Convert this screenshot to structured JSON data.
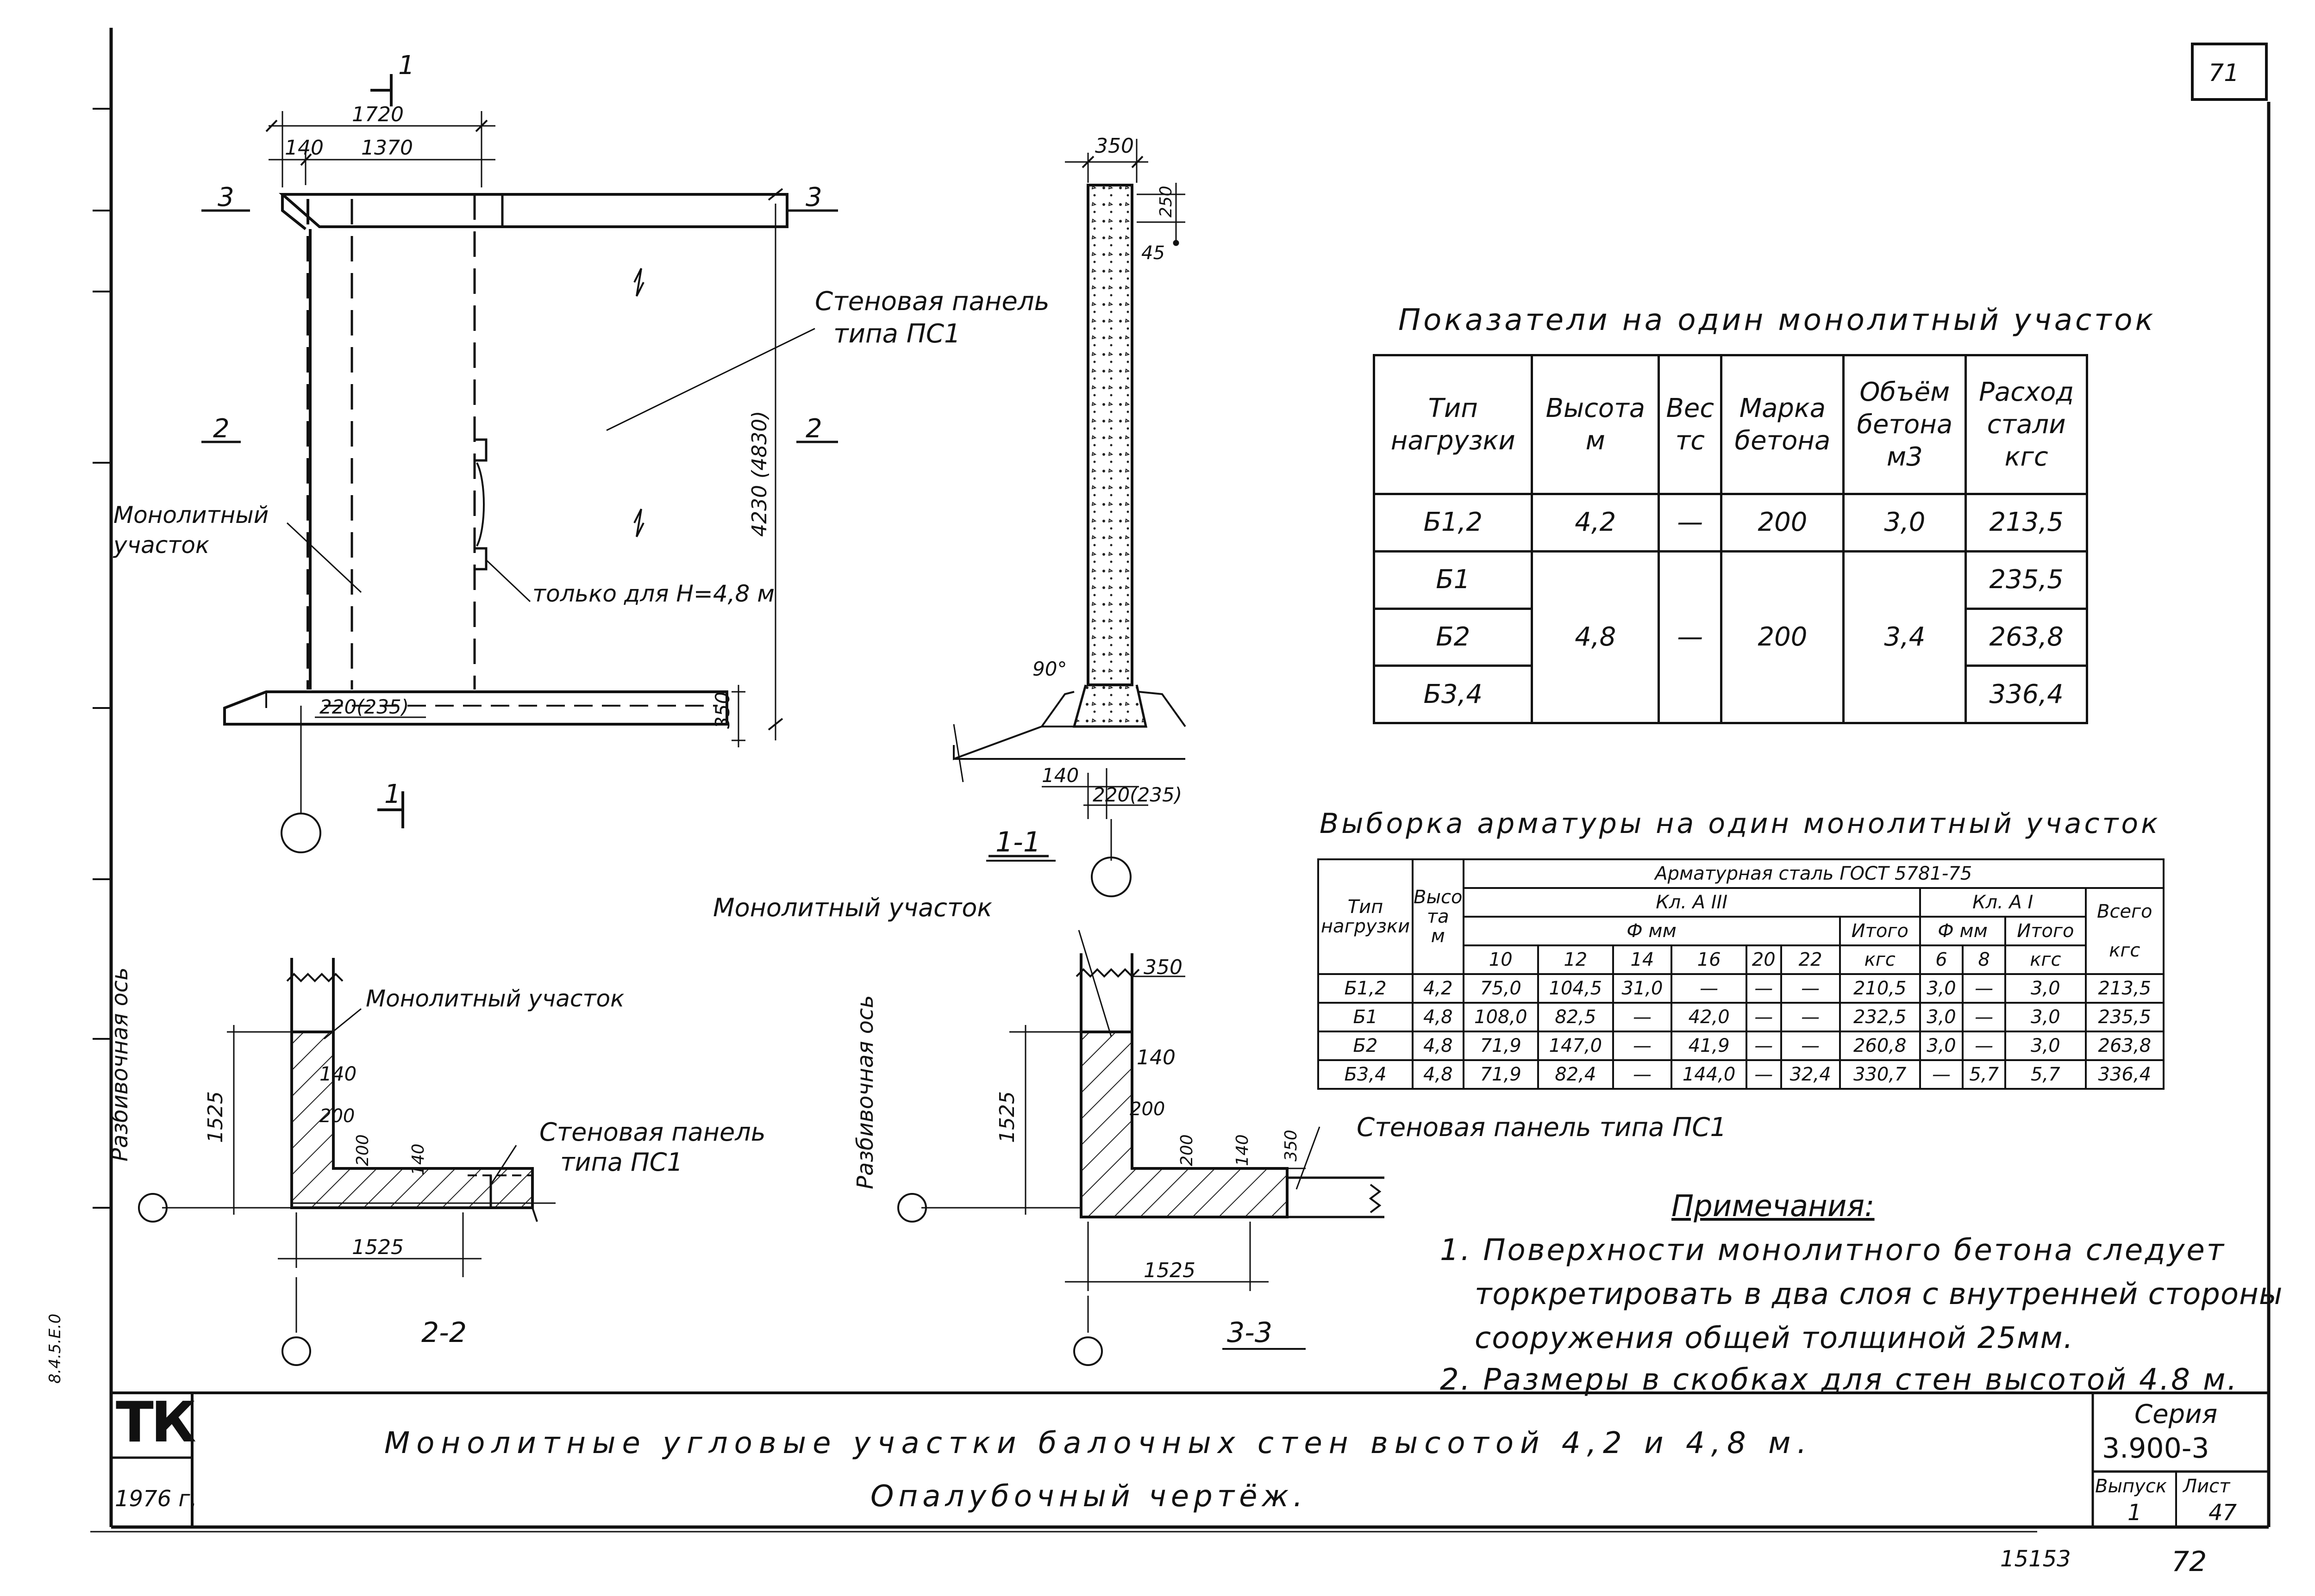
{
  "page_number": "71",
  "sheet_number_bottom": "72",
  "stamp_code": "15153",
  "left_margin_code": "8.4.5.E.0",
  "views": {
    "elevation": {
      "section_mark_top": "1",
      "section_mark_bottom": "1",
      "dim_total": "1720",
      "dim_left": "140",
      "dim_right": "1370",
      "cut_3_left": "3",
      "cut_3_right": "3",
      "cut_2_left": "2",
      "cut_2_right": "2",
      "label_panel_line1": "Стеновая панель",
      "label_panel_line2": "типа ПС1",
      "label_monolith_line1": "Монолитный",
      "label_monolith_line2": "участок",
      "note_only_for": "только для Н=4,8 м",
      "dim_height": "4230 (4830)",
      "dim_base": "220(235)",
      "dim_base_height": "350"
    },
    "section_1_1": {
      "dim_top": "350",
      "dim_250": "250",
      "dim_45": "45",
      "angle": "90°",
      "dim_140": "140",
      "dim_220": "220(235)",
      "caption": "1-1"
    },
    "section_2_2": {
      "axis_label": "Разбивочная ось",
      "label_monolith": "Монолитный участок",
      "dim_140a": "140",
      "dim_1525v": "1525",
      "dim_200a": "200",
      "dim_200b": "200",
      "dim_140b": "140",
      "label_panel_line1": "Стеновая панель",
      "label_panel_line2": "типа ПС1",
      "dim_1525h": "1525",
      "caption": "2-2"
    },
    "section_3_3": {
      "axis_label": "Разбивочная ось",
      "label_monolith": "Монолитный участок",
      "dim_350": "350",
      "dim_140": "140",
      "dim_1525v": "1525",
      "dim_200a": "200",
      "dim_200b": "200",
      "dim_140b": "140",
      "dim_350b": "350",
      "label_panel": "Стеновая панель типа ПС1",
      "dim_1525h": "1525",
      "caption": "3-3"
    }
  },
  "indicators_table": {
    "title": "Показатели на один монолитный участок",
    "headers": [
      [
        "Тип",
        "нагрузки"
      ],
      [
        "Высота",
        "м"
      ],
      [
        "Вес",
        "тс"
      ],
      [
        "Марка",
        "бетона"
      ],
      [
        "Объём",
        "бетона",
        "м3"
      ],
      [
        "Расход",
        "стали",
        "кгс"
      ]
    ],
    "rows": [
      {
        "type": "Б1,2",
        "height": "4,2",
        "weight": "—",
        "grade": "200",
        "volume": "3,0",
        "steel": "213,5"
      },
      {
        "type": "Б1",
        "steel": "235,5"
      },
      {
        "type": "Б2",
        "height": "4,8",
        "weight": "—",
        "grade": "200",
        "volume": "3,4",
        "steel": "263,8"
      },
      {
        "type": "Б3,4",
        "steel": "336,4"
      }
    ]
  },
  "rebar_table": {
    "title": "Выборка арматуры на один монолитный участок",
    "h_type": [
      "Тип",
      "нагрузки"
    ],
    "h_height": [
      "Высо",
      "та",
      "м"
    ],
    "h_steel": "Арматурная сталь ГОСТ 5781-75",
    "h_class3": "Кл. А III",
    "h_class1": "Кл. А I",
    "h_total": "Всего",
    "h_diam": "Ф мм",
    "h_itogo": "Итого",
    "h_kgs": "кгс",
    "diam3": [
      "10",
      "12",
      "14",
      "16",
      "20",
      "22"
    ],
    "diam1": [
      "6",
      "8"
    ],
    "rows": [
      [
        "Б1,2",
        "4,2",
        "75,0",
        "104,5",
        "31,0",
        "—",
        "—",
        "—",
        "210,5",
        "3,0",
        "—",
        "3,0",
        "213,5"
      ],
      [
        "Б1",
        "4,8",
        "108,0",
        "82,5",
        "—",
        "42,0",
        "—",
        "—",
        "232,5",
        "3,0",
        "—",
        "3,0",
        "235,5"
      ],
      [
        "Б2",
        "4,8",
        "71,9",
        "147,0",
        "—",
        "41,9",
        "—",
        "—",
        "260,8",
        "3,0",
        "—",
        "3,0",
        "263,8"
      ],
      [
        "Б3,4",
        "4,8",
        "71,9",
        "82,4",
        "—",
        "144,0",
        "—",
        "32,4",
        "330,7",
        "—",
        "5,7",
        "5,7",
        "336,4"
      ]
    ]
  },
  "notes": {
    "title": "Примечания:",
    "items": [
      "1. Поверхности монолитного бетона следует",
      "торкретировать в два слоя с внутренней стороны",
      "сооружения общей толщиной 25мм.",
      "2. Размеры в скобках для стен высотой 4.8 м."
    ]
  },
  "title_block": {
    "org": "ТК",
    "year": "1976 г.",
    "title_line1": "Монолитные угловые участки балочных стен высотой 4,2 и 4,8 м.",
    "title_line2": "Опалубочный чертёж.",
    "series_label": "Серия",
    "series_value": "3.900-3",
    "issue_label": "Выпуск",
    "issue_value": "1",
    "sheet_label": "Лист",
    "sheet_value": "47"
  }
}
